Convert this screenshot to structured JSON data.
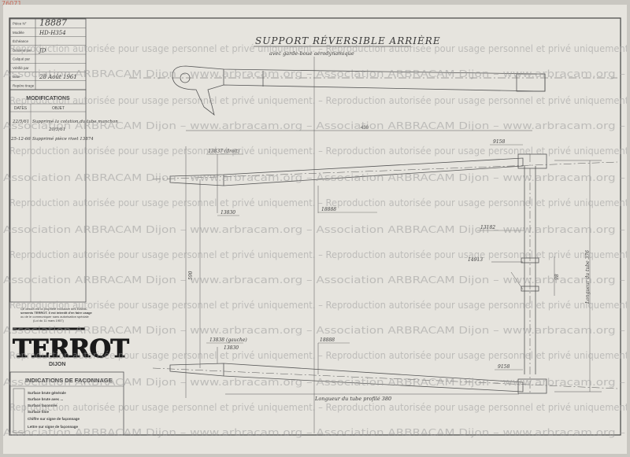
{
  "corner_ref": "76071",
  "title_block": {
    "rows": [
      {
        "label": "Pièce N°",
        "value": "18887"
      },
      {
        "label": "Modèle",
        "value": "HD-H354"
      },
      {
        "label": "Échéance",
        "value": ""
      },
      {
        "label": "Dessiné par",
        "value": "JD"
      },
      {
        "label": "Calqué par",
        "value": ""
      },
      {
        "label": "Vérifié par",
        "value": ""
      },
      {
        "label": "Date",
        "value": "28 Août 1961"
      },
      {
        "label": "Repère tirage",
        "value": ""
      }
    ]
  },
  "modifications": {
    "title": "MODIFICATIONS",
    "col_date": "DATES",
    "col_obj": "OBJET",
    "entries": [
      {
        "date": "22/5/61",
        "text": "Supprimé la cotation du tube manchon"
      },
      {
        "date": "",
        "text": "20/5/61"
      },
      {
        "date": "25-12-66",
        "text": "Supprimé pièce rivet 13874"
      }
    ]
  },
  "legal_note": [
    "Ce dessin est la propriété exclusive des Établis-",
    "sements TERROT. Il est interdit d'en faire usage",
    "ou de le communiquer sans autorisation spéciale",
    "(Loi du 11 mars 1957)"
  ],
  "brand": {
    "name": "TERROT",
    "city": "DIJON"
  },
  "facon": {
    "title": "INDICATIONS DE FAÇONNAGE",
    "items": [
      "Surface brute générale",
      "Surface brute avec ...",
      "Surface façonnée",
      "Surface finie",
      "Chiffre sur signe de façonnage",
      "Lettre sur signe de façonnage"
    ]
  },
  "drawing": {
    "title": "SUPPORT RÉVERSIBLE ARRIÈRE",
    "subtitle": "avec garde-boue aérodynamique",
    "labels": {
      "dim_430": "430",
      "p9158_top": "9158",
      "p13837": "13837 (droit)",
      "p13830_top": "13830",
      "p18888_top": "18888",
      "p13182": "13182",
      "p14913": "14913",
      "dim_590": "590",
      "dim_h_right": "98",
      "note_right": "Longueur du tube 376",
      "p13838": "13838 (gauche)",
      "p13830_bot": "13830",
      "p18888_bot": "18888",
      "p9158_bot": "9158",
      "note_bottom": "Longueur du tube profilé 380"
    }
  },
  "watermark": {
    "a": "Reproduction autorisée pour usage personnel et privé uniquement.",
    "b": "Association ARBRACAM Dijon – www.arbracam.org – Association ARBRACAM Dijon – www.arbracam.org –"
  }
}
